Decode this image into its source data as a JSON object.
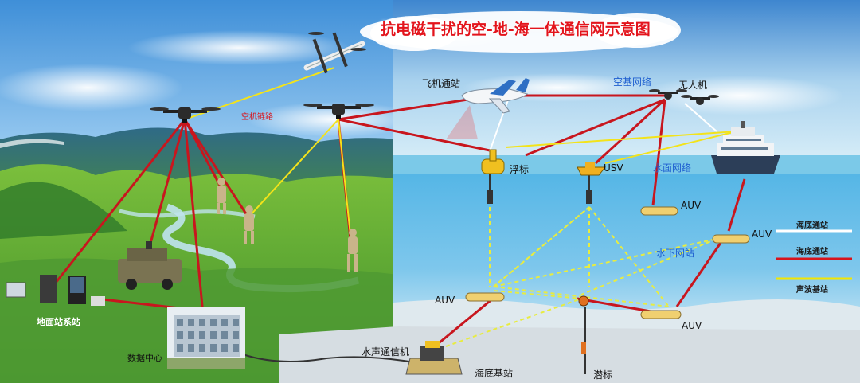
{
  "title": "抗电磁干扰的空-地-海一体通信网示意图",
  "labels": {
    "aircraft_station": "飞机通站",
    "air_network": "空基网络",
    "uav": "无人机",
    "drone_link": "空机链路",
    "buoy": "浮标",
    "usv": "USV",
    "surface_network": "水面网络",
    "auv": "AUV",
    "underwater_network": "水下网站",
    "ground_station": "地面站系站",
    "data_center": "数据中心",
    "acoustic_modem": "水声通信机",
    "seabed_station": "海底基站",
    "submarine_buoy": "潜标"
  },
  "legend": [
    {
      "label": "海底通站",
      "color": "#ffffff"
    },
    {
      "label": "海底通站",
      "color": "#d8141c"
    },
    {
      "label": "声波基站",
      "color": "#f2e600"
    }
  ],
  "colors": {
    "red_link": "#c8161e",
    "yellow_link": "#f3e31a",
    "dashed_link": "#e6e83a",
    "white_link": "#ffffff"
  }
}
